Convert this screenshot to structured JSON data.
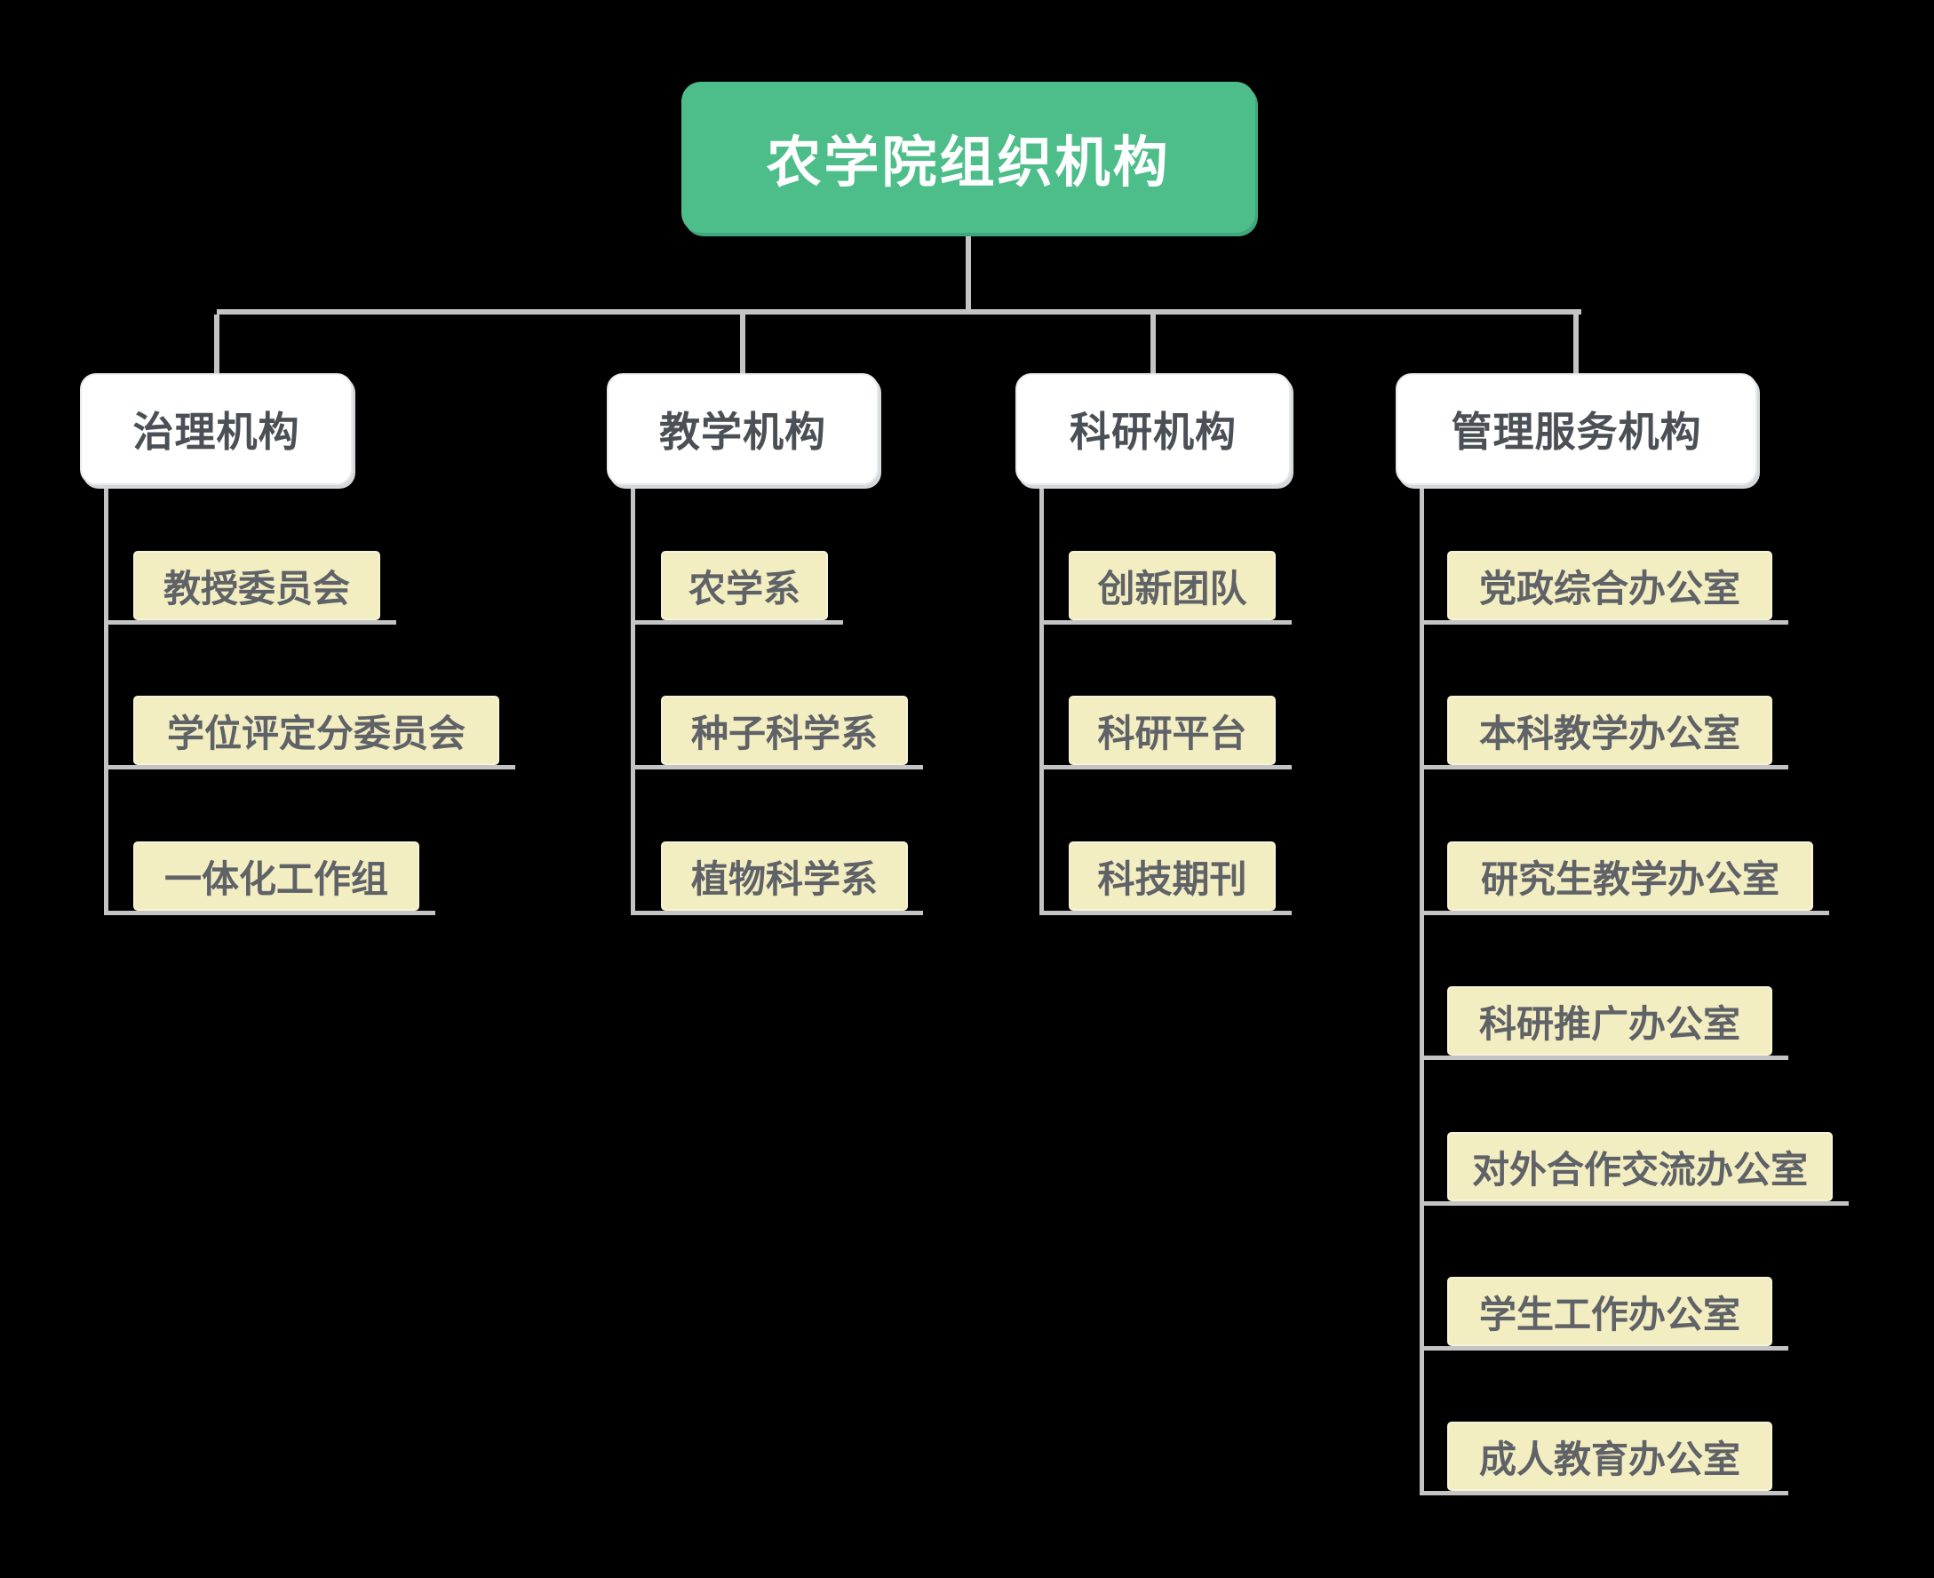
{
  "title": "农学院组织机构",
  "colors": {
    "background": "#000000",
    "root_bg": "#4dbe8a",
    "root_text": "#ffffff",
    "branch_bg": "#ffffff",
    "branch_text": "#4a5056",
    "leaf_bg": "#f3edc2",
    "leaf_text": "#5f6266",
    "connector": "#c4c4c4"
  },
  "chart": {
    "root": {
      "label": "农学院组织机构"
    },
    "branches": [
      {
        "label": "治理机构",
        "children": [
          "教授委员会",
          "学位评定分委员会",
          "一体化工作组"
        ]
      },
      {
        "label": "教学机构",
        "children": [
          "农学系",
          "种子科学系",
          "植物科学系"
        ]
      },
      {
        "label": "科研机构",
        "children": [
          "创新团队",
          "科研平台",
          "科技期刊"
        ]
      },
      {
        "label": "管理服务机构",
        "children": [
          "党政综合办公室",
          "本科教学办公室",
          "研究生教学办公室",
          "科研推广办公室",
          "对外合作交流办公室",
          "学生工作办公室",
          "成人教育办公室"
        ]
      }
    ]
  }
}
